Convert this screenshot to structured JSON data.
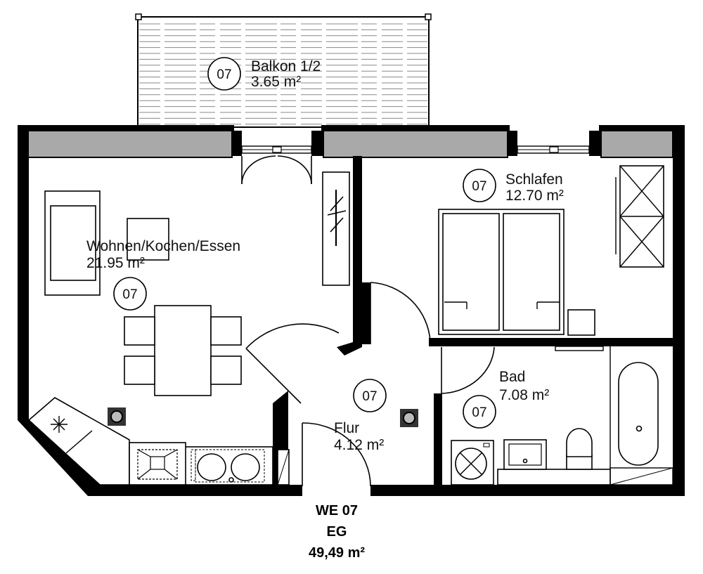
{
  "rooms": [
    {
      "id": "balkon",
      "number": "07",
      "name": "Balkon 1/2",
      "area": "3.65 m²"
    },
    {
      "id": "wohnen",
      "number": "07",
      "name": "Wohnen/Kochen/Essen",
      "area": "21.95 m²"
    },
    {
      "id": "schlafen",
      "number": "07",
      "name": "Schlafen",
      "area": "12.70 m²"
    },
    {
      "id": "bad",
      "number": "07",
      "name": "Bad",
      "area": "7.08 m²"
    },
    {
      "id": "flur",
      "number": "07",
      "name": "Flur",
      "area": "4.12 m²"
    }
  ],
  "unit": {
    "id": "WE 07",
    "floor": "EG",
    "total_area": "49,49 m²"
  },
  "icons": [
    "fan-vent-icon",
    "smoke-detector-icon",
    "washing-machine-icon",
    "sink-icon",
    "toilet-icon",
    "bathtub-icon",
    "stove-icon",
    "double-bed-icon",
    "sofa-icon",
    "wardrobe-icon",
    "dining-table-icon"
  ]
}
